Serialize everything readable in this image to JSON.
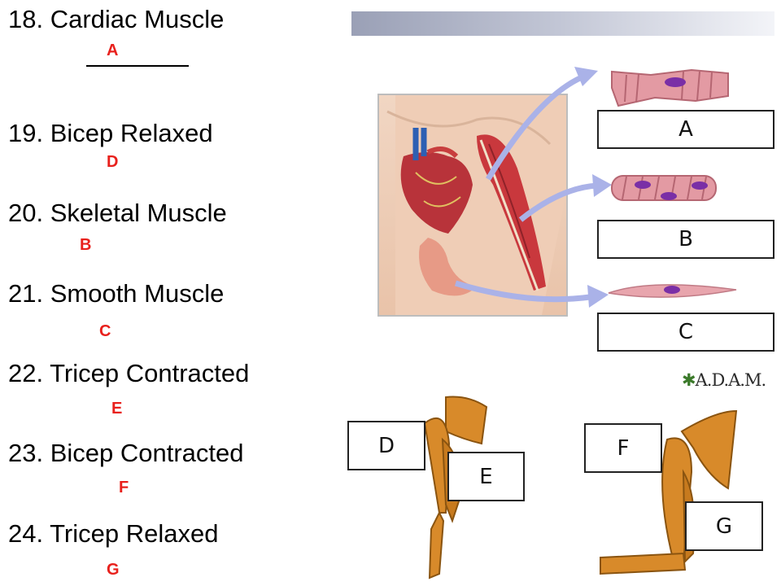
{
  "questions": [
    {
      "text": "18. Cardiac Muscle",
      "answer": "A"
    },
    {
      "text": "19. Bicep Relaxed",
      "answer": "D"
    },
    {
      "text": "20. Skeletal Muscle",
      "answer": "B"
    },
    {
      "text": "21. Smooth Muscle",
      "answer": "C"
    },
    {
      "text": "22. Tricep Contracted",
      "answer": "E"
    },
    {
      "text": "23. Bicep Contracted",
      "answer": "F"
    },
    {
      "text": "24. Tricep Relaxed",
      "answer": "G"
    }
  ],
  "labels": {
    "a": "A",
    "b": "B",
    "c": "C",
    "d": "D",
    "e": "E",
    "f": "F",
    "g": "G"
  },
  "credit": "A.D.A.M.",
  "colors": {
    "answer": "#e8201c",
    "muscle": "#d0303a",
    "cell": "#e39aa3",
    "nucleus": "#7a2fa6",
    "bone": "#d88a2a",
    "arrow": "#aab2e8"
  }
}
